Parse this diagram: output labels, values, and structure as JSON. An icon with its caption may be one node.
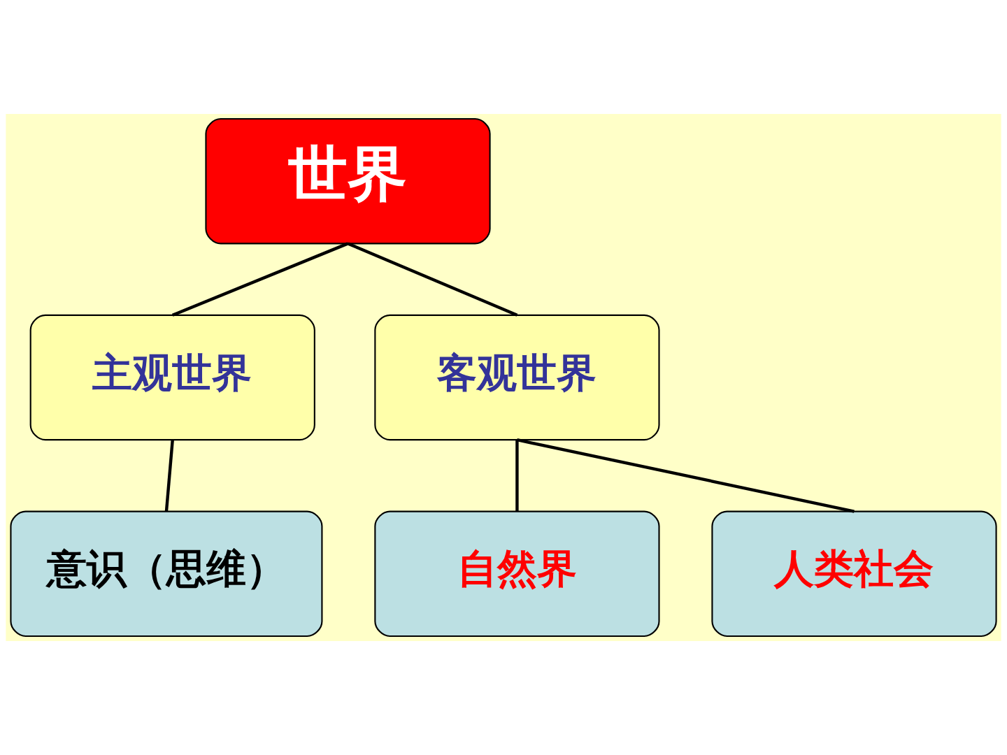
{
  "diagram": {
    "nodes": [
      {
        "text": [
          "世界"
        ]
      },
      {
        "text": [
          "主观世界"
        ]
      },
      {
        "text": [
          "客观世界"
        ]
      },
      {
        "text": [
          "意识（思维）"
        ]
      },
      {
        "text": [
          "自然界"
        ]
      },
      {
        "text": [
          "人类社会"
        ]
      }
    ],
    "edges": [
      {
        "from": 0,
        "to": 1,
        "arrow": "none"
      },
      {
        "from": 0,
        "to": 2,
        "arrow": "none"
      },
      {
        "from": 1,
        "to": 3,
        "arrow": "none"
      },
      {
        "from": 2,
        "to": 4,
        "arrow": "none"
      },
      {
        "from": 2,
        "to": 5,
        "arrow": "none"
      }
    ]
  }
}
